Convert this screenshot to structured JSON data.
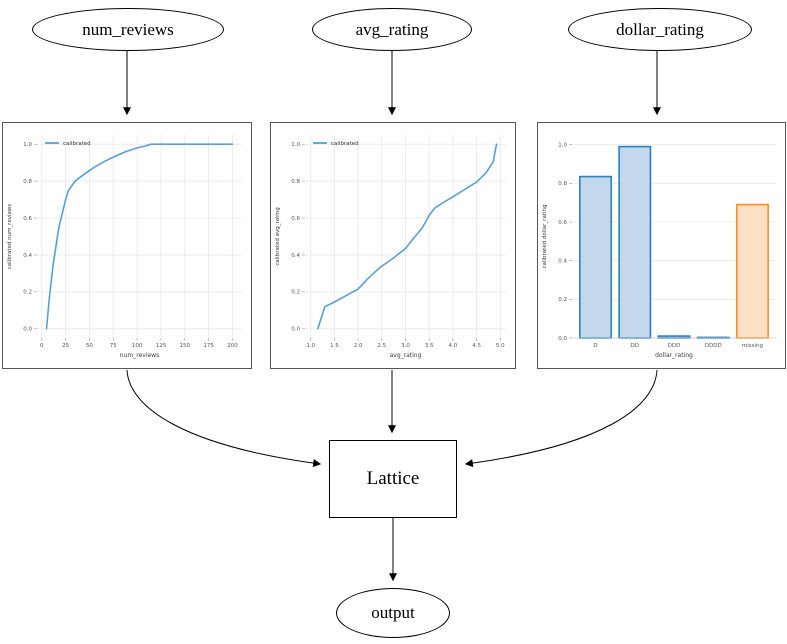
{
  "diagram": {
    "nodes": {
      "num_reviews": {
        "label": "num_reviews"
      },
      "avg_rating": {
        "label": "avg_rating"
      },
      "dollar_rating": {
        "label": "dollar_rating"
      },
      "lattice": {
        "label": "Lattice"
      },
      "output": {
        "label": "output"
      }
    }
  },
  "colors": {
    "line_blue": "#5a9fd4",
    "bar_blue_fill": "#c3d8ec",
    "bar_blue_edge": "#2d7fc0",
    "bar_orange_fill": "#fce0c3",
    "bar_orange_edge": "#fd8d20",
    "grid": "#ececec",
    "tick_text": "#555555",
    "axis_label_text": "#3a3a3a",
    "edge_line": "#000000"
  },
  "chart_data": [
    {
      "type": "line",
      "title": "",
      "xlabel": "num_reviews",
      "ylabel": "calibrated num_reviews",
      "legend": [
        "calibrated"
      ],
      "legend_position": "upper left",
      "grid": true,
      "x": [
        5,
        8,
        12,
        18,
        25,
        28,
        35,
        45,
        55,
        65,
        75,
        88,
        100,
        108,
        115,
        200
      ],
      "y": [
        0.0,
        0.17,
        0.35,
        0.55,
        0.7,
        0.75,
        0.8,
        0.84,
        0.875,
        0.905,
        0.93,
        0.96,
        0.98,
        0.99,
        1.0,
        1.0
      ],
      "xlim": [
        -5,
        210
      ],
      "ylim": [
        -0.05,
        1.05
      ],
      "xticks": [
        0,
        25,
        50,
        75,
        100,
        125,
        150,
        175,
        200
      ],
      "xtick_labels": [
        "0",
        "25",
        "50",
        "75",
        "100",
        "125",
        "150",
        "175",
        "200"
      ],
      "yticks": [
        0.0,
        0.2,
        0.4,
        0.6,
        0.8,
        1.0
      ],
      "ytick_labels": [
        "0.0",
        "0.2",
        "0.4",
        "0.6",
        "0.8",
        "1.0"
      ]
    },
    {
      "type": "line",
      "title": "",
      "xlabel": "avg_rating",
      "ylabel": "calibrated avg_rating",
      "legend": [
        "calibrated"
      ],
      "legend_position": "upper left",
      "grid": true,
      "x": [
        1.15,
        1.3,
        1.5,
        1.75,
        2.0,
        2.2,
        2.45,
        2.7,
        3.0,
        3.2,
        3.35,
        3.5,
        3.62,
        3.8,
        4.0,
        4.25,
        4.5,
        4.7,
        4.85,
        4.92
      ],
      "y": [
        0.0,
        0.12,
        0.145,
        0.18,
        0.215,
        0.27,
        0.33,
        0.375,
        0.435,
        0.5,
        0.545,
        0.615,
        0.655,
        0.685,
        0.715,
        0.755,
        0.795,
        0.845,
        0.905,
        1.0
      ],
      "xlim": [
        0.88,
        5.12
      ],
      "ylim": [
        -0.05,
        1.05
      ],
      "xticks": [
        1.0,
        1.5,
        2.0,
        2.5,
        3.0,
        3.5,
        4.0,
        4.5,
        5.0
      ],
      "xtick_labels": [
        "1.0",
        "1.5",
        "2.0",
        "2.5",
        "3.0",
        "3.5",
        "4.0",
        "4.5",
        "5.0"
      ],
      "yticks": [
        0.0,
        0.2,
        0.4,
        0.6,
        0.8,
        1.0
      ],
      "ytick_labels": [
        "0.0",
        "0.2",
        "0.4",
        "0.6",
        "0.8",
        "1.0"
      ]
    },
    {
      "type": "bar",
      "title": "",
      "xlabel": "dollar_rating",
      "ylabel": "calibrated dollar_rating",
      "grid": true,
      "categories": [
        "D",
        "DD",
        "DDD",
        "DDDD",
        "missing"
      ],
      "values": [
        0.835,
        0.99,
        0.01,
        0.003,
        0.69
      ],
      "bar_colors": [
        "blue",
        "blue",
        "blue",
        "blue",
        "orange"
      ],
      "xlim": [
        -0.6,
        4.6
      ],
      "ylim": [
        0,
        1.05
      ],
      "yticks": [
        0.0,
        0.2,
        0.4,
        0.6,
        0.8,
        1.0
      ],
      "ytick_labels": [
        "0.0",
        "0.2",
        "0.4",
        "0.6",
        "0.8",
        "1.0"
      ]
    }
  ]
}
